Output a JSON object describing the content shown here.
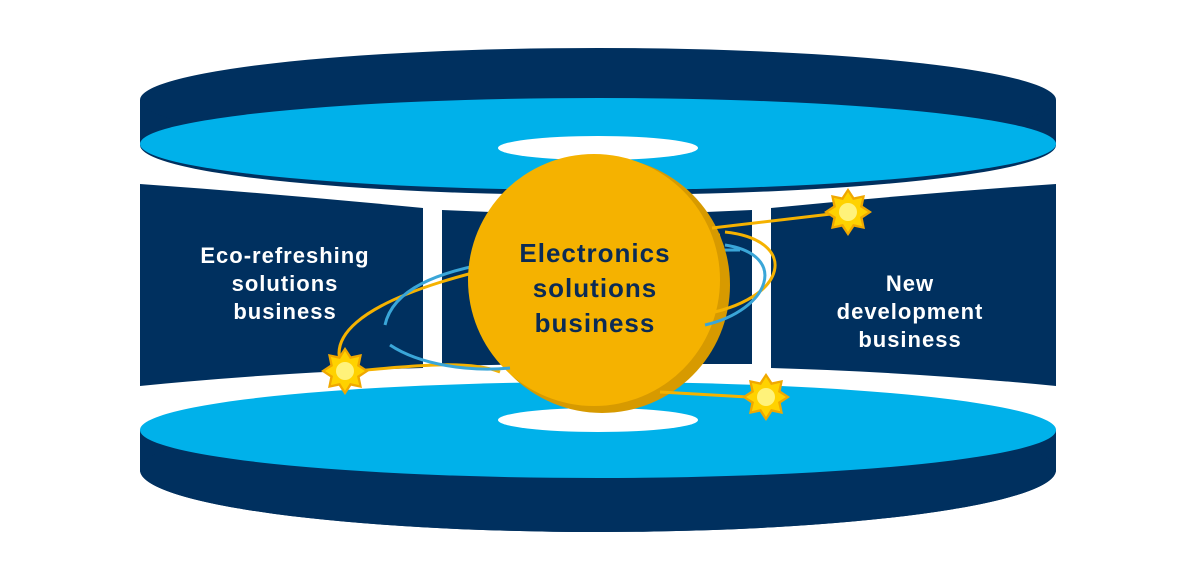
{
  "diagram": {
    "center": {
      "lines": [
        "Electronics",
        "solutions",
        "business"
      ]
    },
    "left": {
      "lines": [
        "Eco-refreshing",
        "solutions",
        "business"
      ]
    },
    "right": {
      "lines": [
        "New",
        "development",
        "business"
      ]
    }
  },
  "colors": {
    "navy": "#00305f",
    "sky": "#00b1ea",
    "gold": "#f5b200",
    "gold_dark": "#d79a00",
    "star": "#ffd200",
    "orbit_blue": "#3aa6d8",
    "text_dark": "#0b2b55",
    "white": "#ffffff"
  },
  "icons": [
    "star-icon",
    "star-icon",
    "star-icon"
  ]
}
